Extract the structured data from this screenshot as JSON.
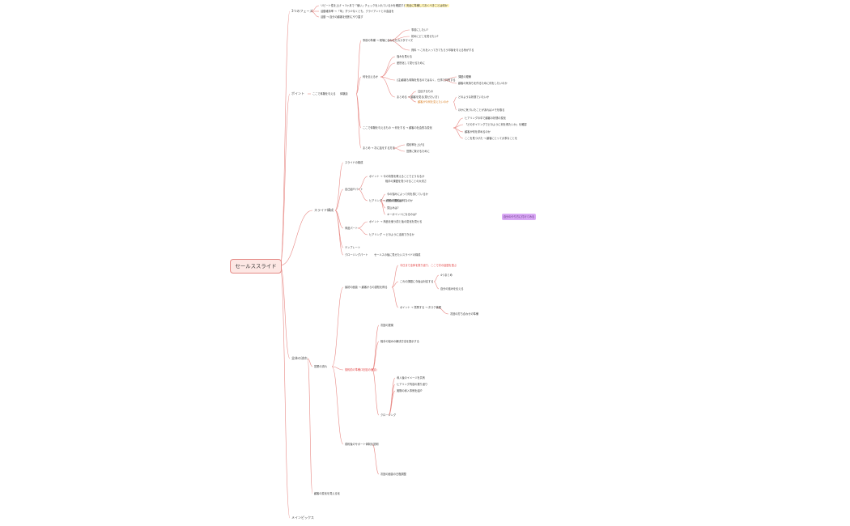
{
  "root": "セールススライド",
  "floating_note": "自分のやり方に付けてみる",
  "branches": [
    {
      "label": "3つのフェーズ",
      "children": [
        "リピート性を上げ → 3ヶ月で「使い」チェックを入れているかを確認する",
        "活動維持率 → 「年」ずつ少なくとも、クライアントとの会話を",
        "活動 → 自分の顧客を個別にやり直す"
      ],
      "highlight": "完全に準備しておくべきことは何か"
    },
    {
      "label": "ポイント",
      "sub": "ここで体験を与える",
      "sub2": "体験談",
      "children": [
        "事前の準備 → 現場に合わせたカスタマイズ",
        "事前にしたい?",
        "初めにどこを見せたい?",
        "資料 → これを入ってきてもらう印象を与える気がする",
        "何を伝えるか",
        "強みを見せる",
        "差別化して見せるために",
        "(注)顧客も現場を知るのではなく、仕事で共有する",
        "課題の理解",
        "顧客の気持ちを作るために何をしたいのか",
        "まとめる → 顧客を見る(見せたい方)",
        "注目するもの",
        "顧客が今何を変えたいのか",
        "どのような状態でいたいか",
        "ほかに気づいたことがあればメモを取る",
        "ここで体験を与えるもの → 何をする → 顧客の社会的な変化",
        "ヒアリングの中で顧客の状態の変化",
        "「どのタイミングでどのように何を得たいか」を確認",
        "顧客が何を求めるのか",
        "ここを見つけた → 顧客にとって大事なことを",
        "まとめ → 次に話をする方法",
        "成約率を上げる",
        "営業に繋げるために"
      ]
    },
    {
      "label": "スライド構成",
      "children": [
        "スライドの構成",
        "自己紹介パート",
        "ポイント → 今の状態を教えることでどうなるか",
        "相手の課題を見つけることの大切さ",
        "ヒアリング → 顧客の悩みは?",
        "今の悩みによって何を感じているか",
        "それの理由は何なのか",
        "見込みは?",
        "キーポイントになるのは?",
        "商品パート",
        "ポイント → 商品を使う前と後の変化を見せる",
        "ヒアリング → どのように活用できるか",
        "テンプレート",
        "クロージングパート",
        "セールスの後に見せたいスライドの構成"
      ]
    },
    {
      "label": "全体の流れ",
      "sub": "営業の流れ",
      "children": [
        "最初の面談 → 顧客からの認知を得る",
        "今日まで全体を振り返り、ここで次の話題を選ぶ",
        "これの課題に今後は対応する",
        "4つまとめ",
        "自分の強みを伝える",
        "ポイント → 質問する → タスク管理",
        "次回の打ち合わせの準備",
        "契約前の準備(2回目の面談)",
        "次回の提案",
        "相手の悩みの解決方法を提示する",
        "導入後のイメージを共有",
        "ヒアリング内容の振り返り",
        "実際の導入事例を紹介",
        "クロージング",
        "成約後のサポート体制を説明",
        "次回の面談の日程調整",
        "顧客の変化を見える化"
      ]
    },
    {
      "label": "メインピックス",
      "children": []
    }
  ]
}
